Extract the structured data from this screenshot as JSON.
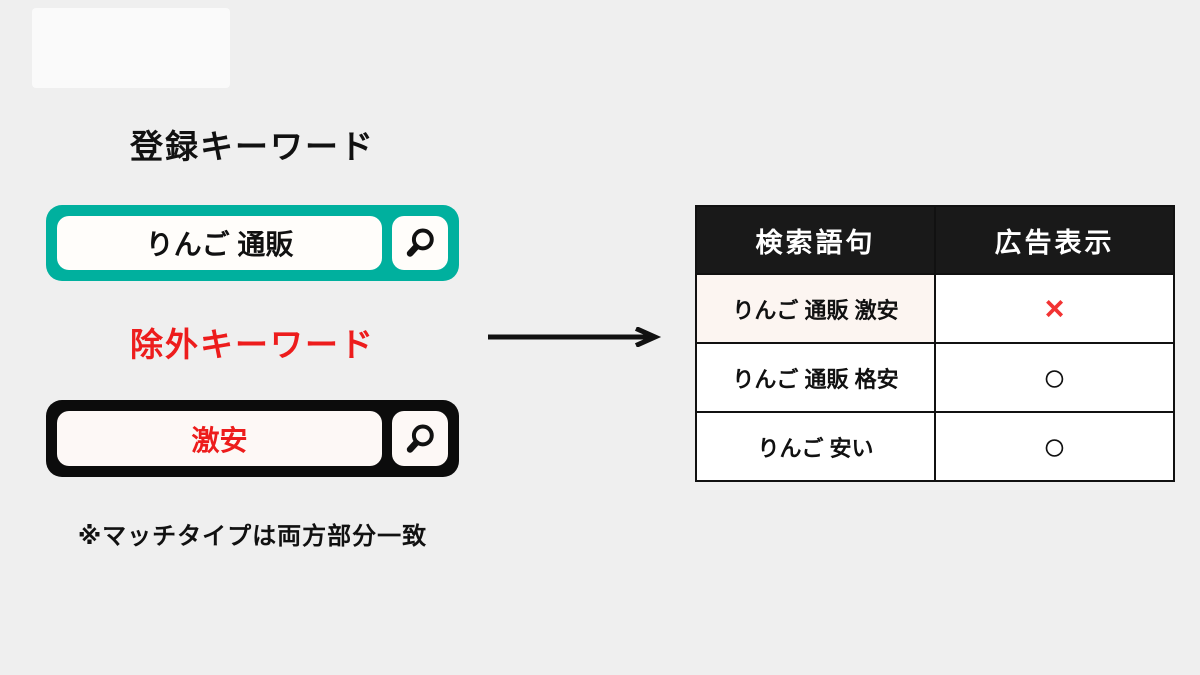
{
  "colors": {
    "background": "#efefef",
    "registered_box": "#00b09e",
    "negative_box": "#0c0c0c",
    "red_accent": "#ed1c1c",
    "cross_mark": "#f23333",
    "table_header_bg": "#191919"
  },
  "registered_keyword": {
    "heading": "登録キーワード",
    "value": "りんご 通販"
  },
  "negative_keyword": {
    "heading": "除外キーワード",
    "value": "激安"
  },
  "note": "※マッチタイプは両方部分一致",
  "table": {
    "headers": [
      "検索語句",
      "広告表示"
    ],
    "rows": [
      {
        "query": "りんご 通販 激安",
        "result": "×",
        "result_type": "cross"
      },
      {
        "query": "りんご 通販 格安",
        "result": "○",
        "result_type": "circle"
      },
      {
        "query": "りんご 安い",
        "result": "○",
        "result_type": "circle"
      }
    ]
  }
}
